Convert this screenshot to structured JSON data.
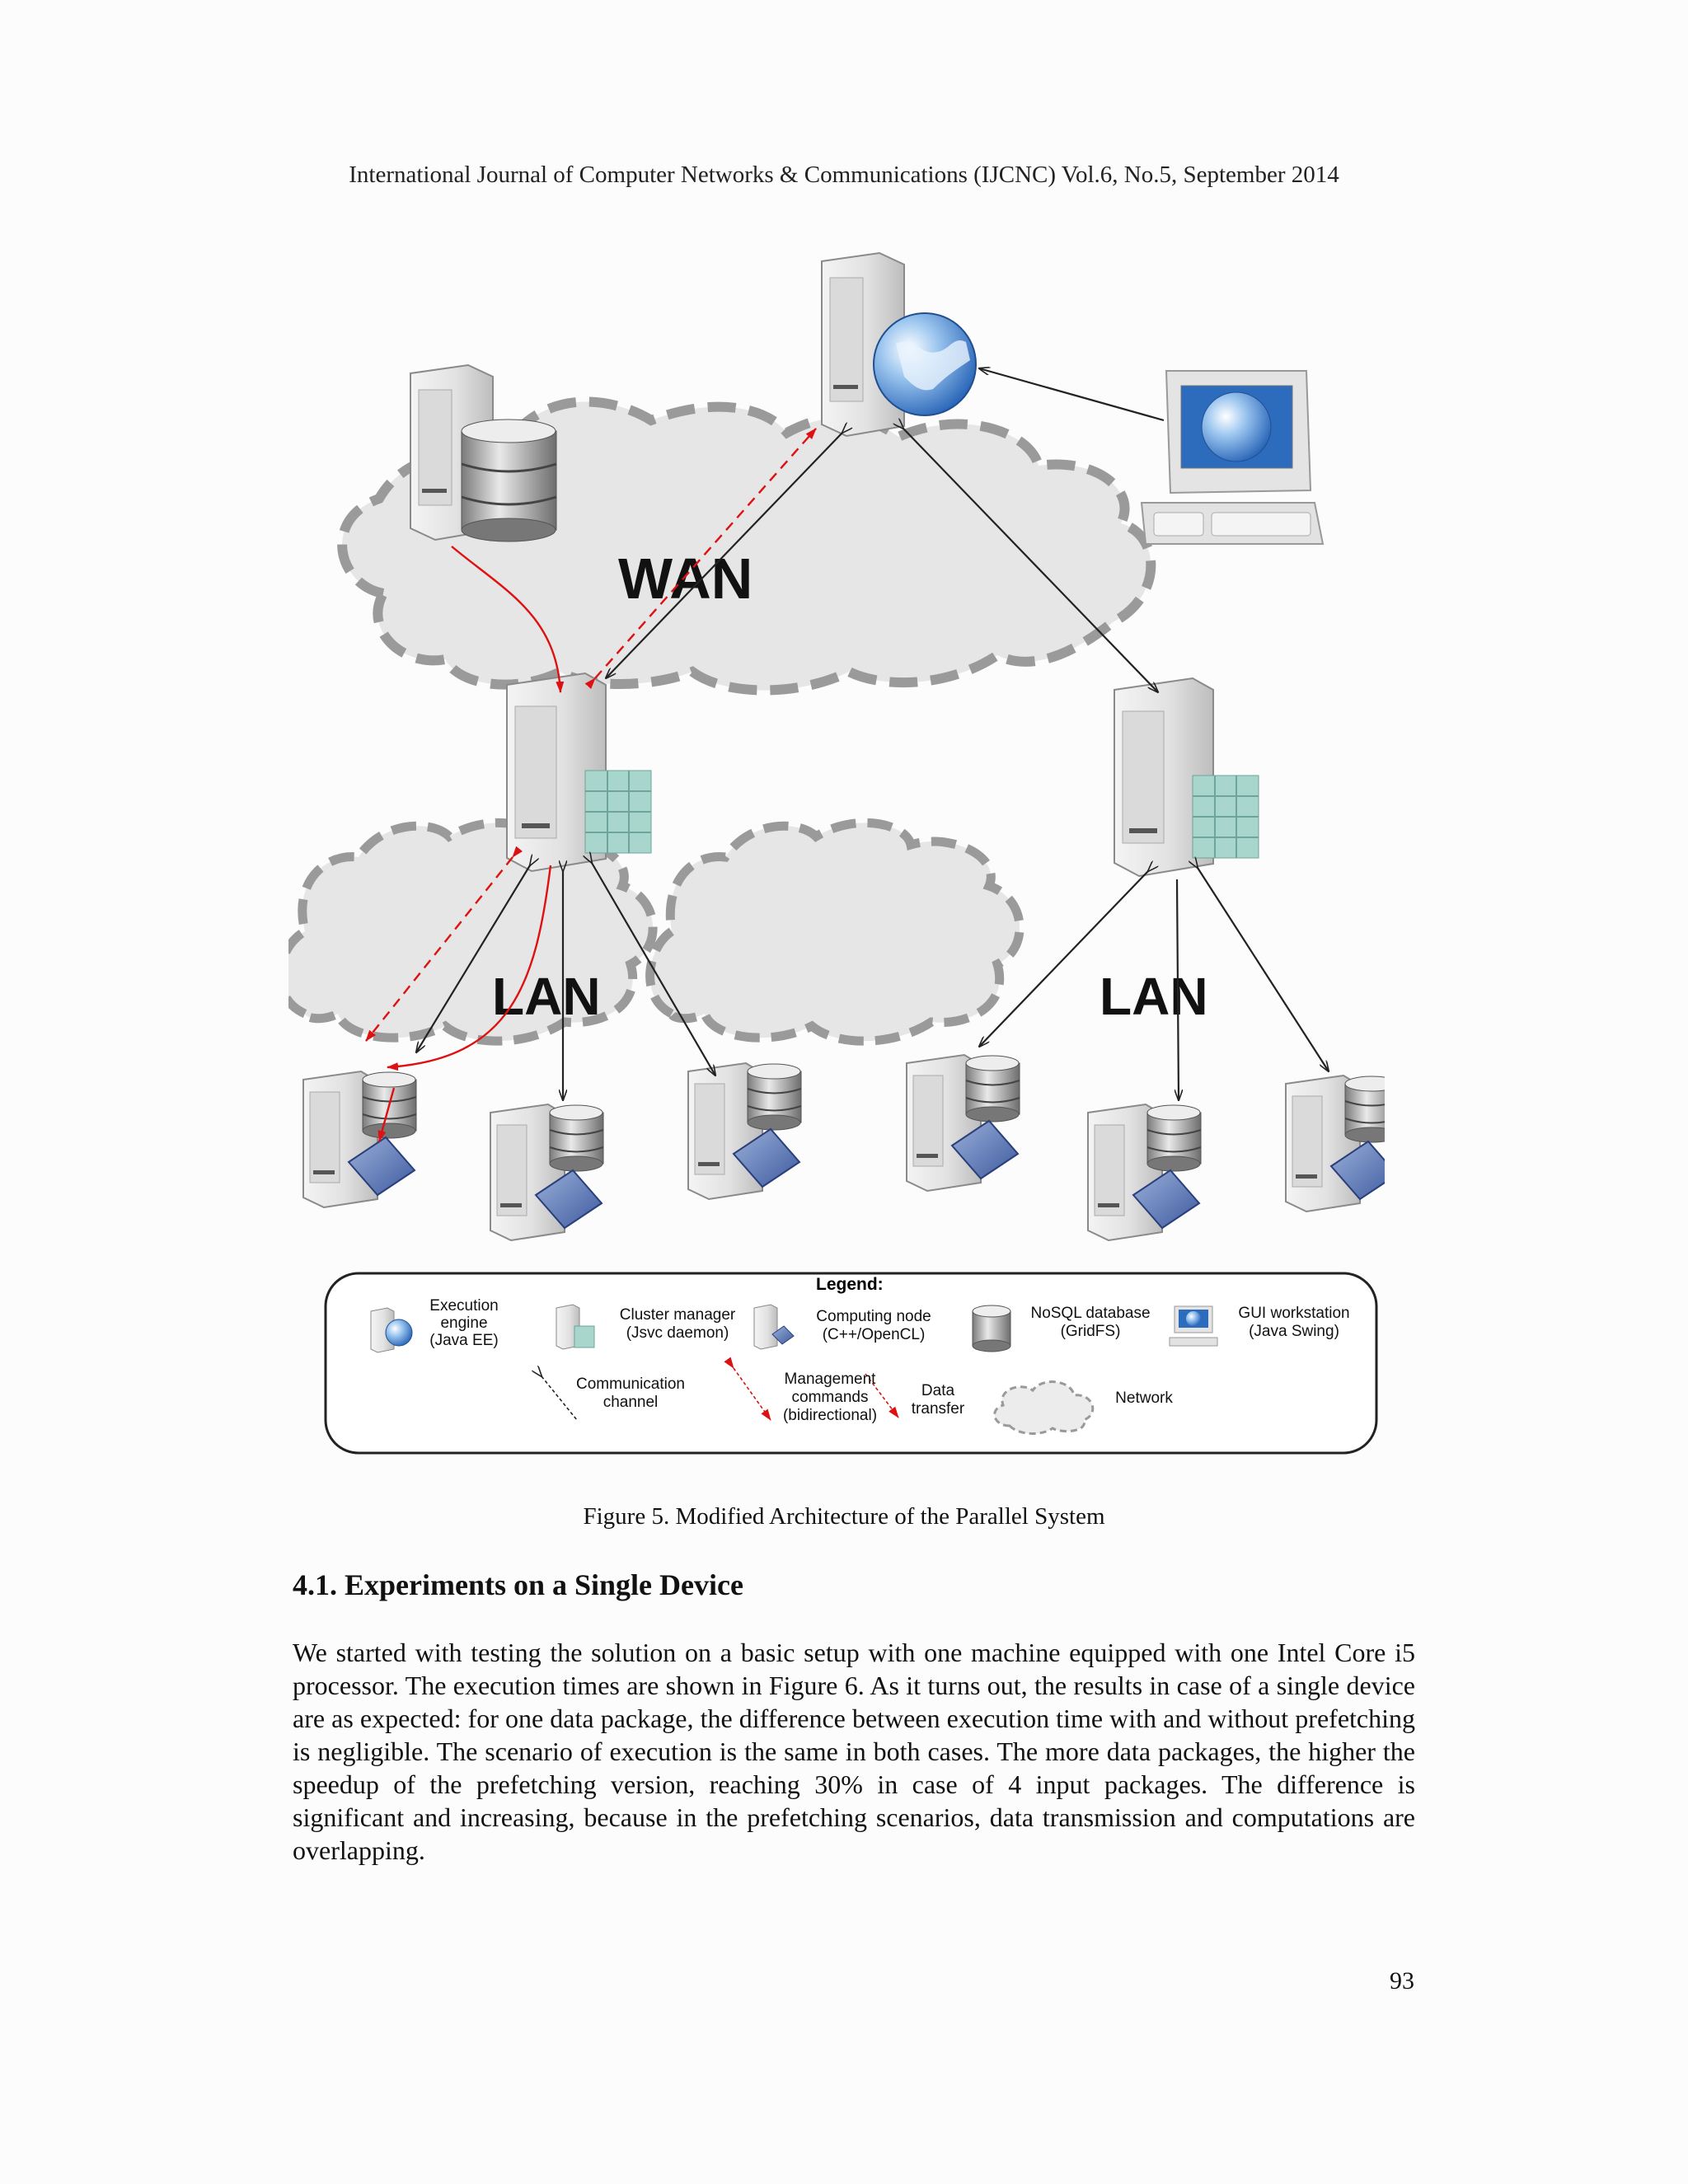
{
  "header": {
    "journal_line": "International Journal of Computer Networks & Communications (IJCNC) Vol.6, No.5, September 2014"
  },
  "figure": {
    "network_labels": {
      "wan": "WAN",
      "lan_left": "LAN",
      "lan_right": "LAN"
    },
    "legend": {
      "title": "Legend:",
      "items": [
        {
          "lines": [
            "Execution",
            "engine",
            "(Java EE)"
          ]
        },
        {
          "lines": [
            "Cluster manager",
            "(Jsvc daemon)"
          ]
        },
        {
          "lines": [
            "Computing node",
            "(C++/OpenCL)"
          ]
        },
        {
          "lines": [
            "NoSQL database",
            "(GridFS)"
          ]
        },
        {
          "lines": [
            "GUI workstation",
            "(Java Swing)"
          ]
        },
        {
          "lines": [
            "Communication",
            "channel"
          ]
        },
        {
          "lines": [
            "Management",
            "commands",
            "(bidirectional)"
          ]
        },
        {
          "lines": [
            "Data",
            "transfer"
          ]
        },
        {
          "lines": [
            "Network"
          ]
        }
      ]
    },
    "colors": {
      "data_transfer": "#dd1111",
      "channel": "#222222",
      "cloud": "#e6e6e6",
      "cloud_border": "#9a9a9a"
    },
    "caption": "Figure 5. Modified Architecture of the Parallel System"
  },
  "section": {
    "heading": "4.1. Experiments on a Single Device"
  },
  "body": {
    "paragraph": "We started with testing the solution on a basic setup with one machine equipped with one Intel Core i5 processor. The execution times are shown in Figure 6. As it turns out, the results in case of a single device are as expected: for one data package, the difference between execution time with and without prefetching is negligible. The scenario of execution is the same in both cases. The more data packages, the higher the speedup of the prefetching version, reaching 30% in case of 4 input packages. The difference is significant and increasing, because in the prefetching scenarios, data transmission and computations are overlapping."
  },
  "page_number": "93"
}
